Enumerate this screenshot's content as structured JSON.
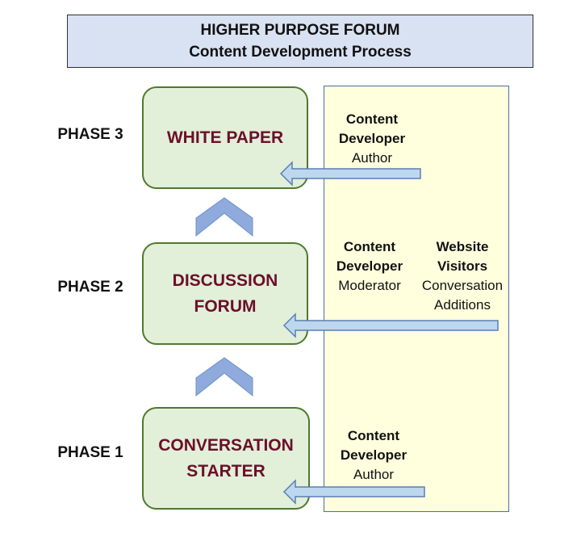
{
  "header": {
    "title": "HIGHER PURPOSE FORUM",
    "subtitle": "Content Development Process"
  },
  "phases": [
    {
      "label": "PHASE 3",
      "box_lines": [
        "WHITE PAPER"
      ]
    },
    {
      "label": "PHASE 2",
      "box_lines": [
        "DISCUSSION",
        "FORUM"
      ]
    },
    {
      "label": "PHASE 1",
      "box_lines": [
        "CONVERSATION",
        "STARTER"
      ]
    }
  ],
  "roles": {
    "phase3_developer": {
      "title_lines": [
        "Content",
        "Developer"
      ],
      "role": "Author"
    },
    "phase2_developer": {
      "title_lines": [
        "Content",
        "Developer"
      ],
      "role": "Moderator"
    },
    "phase2_visitors": {
      "title_lines": [
        "Website",
        "Visitors"
      ],
      "role_lines": [
        "Conversation",
        "Additions"
      ]
    },
    "phase1_developer": {
      "title_lines": [
        "Content",
        "Developer"
      ],
      "role": "Author"
    }
  },
  "colors": {
    "title_fill": "#d9e2f3",
    "panel_fill": "#ffffde",
    "box_fill": "#e2efd9",
    "box_border": "#4e7a2d",
    "box_text": "#6b0f2a",
    "arrow_fill": "#bdd7ee",
    "chevron_fill": "#8faadc"
  }
}
